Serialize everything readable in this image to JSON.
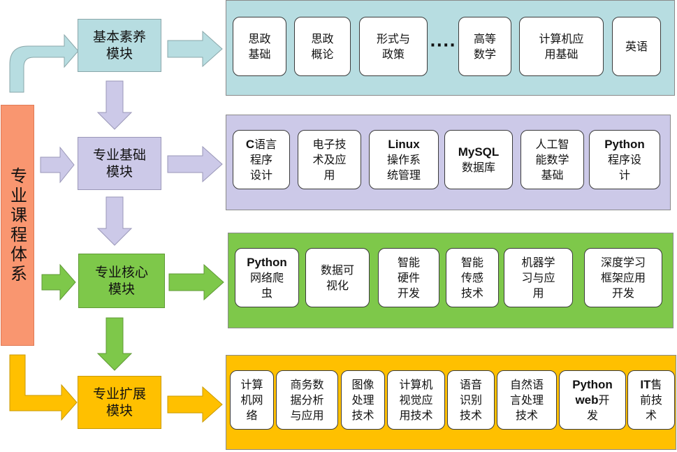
{
  "root": {
    "label": "专业课程体系"
  },
  "colors": {
    "root_fill": "#f99670",
    "basic": "#b7dde1",
    "foundation": "#ccc9e8",
    "core": "#7ec84a",
    "extension": "#ffc000"
  },
  "modules": [
    {
      "id": "basic",
      "label": "基本素养\n模块",
      "cards": [
        {
          "lines": [
            "思政",
            "基础"
          ]
        },
        {
          "lines": [
            "思政",
            "概论"
          ]
        },
        {
          "lines": [
            "形式与",
            "政策"
          ]
        },
        {
          "ellipsis": "····"
        },
        {
          "lines": [
            "高等",
            "数学"
          ]
        },
        {
          "lines": [
            "计算机应",
            "用基础"
          ]
        },
        {
          "lines": [
            "英语"
          ]
        }
      ]
    },
    {
      "id": "foundation",
      "label": "专业基础\n模块",
      "cards": [
        {
          "lines": [
            "C语言",
            "程序",
            "设计"
          ],
          "bold_prefix": "C"
        },
        {
          "lines": [
            "电子技",
            "术及应",
            "用"
          ]
        },
        {
          "lines": [
            "Linux",
            "操作系",
            "统管理"
          ],
          "bold_first_line": true
        },
        {
          "lines": [
            "MySQL",
            "数据库"
          ],
          "bold_first_line": true
        },
        {
          "lines": [
            "人工智",
            "能数学",
            "基础"
          ]
        },
        {
          "lines": [
            "Python",
            "程序设",
            "计"
          ],
          "bold_first_line": true
        }
      ]
    },
    {
      "id": "core",
      "label": "专业核心\n模块",
      "cards": [
        {
          "lines": [
            "Python",
            "网络爬",
            "虫"
          ],
          "bold_first_line": true
        },
        {
          "lines": [
            "数据可",
            "视化"
          ]
        },
        {
          "lines": [
            "智能",
            "硬件",
            "开发"
          ]
        },
        {
          "lines": [
            "智能",
            "传感",
            "技术"
          ]
        },
        {
          "lines": [
            "机器学",
            "习与应",
            "用"
          ]
        },
        {
          "lines": [
            "深度学习",
            "框架应用",
            "开发"
          ]
        }
      ]
    },
    {
      "id": "extension",
      "label": "专业扩展\n模块",
      "cards": [
        {
          "lines": [
            "计算",
            "机网",
            "络"
          ]
        },
        {
          "lines": [
            "商务数",
            "据分析",
            "与应用"
          ]
        },
        {
          "lines": [
            "图像",
            "处理",
            "技术"
          ]
        },
        {
          "lines": [
            "计算机",
            "视觉应",
            "用技术"
          ]
        },
        {
          "lines": [
            "语音",
            "识别",
            "技术"
          ]
        },
        {
          "lines": [
            "自然语",
            "言处理",
            "技术"
          ]
        },
        {
          "lines": [
            "Python",
            "web开",
            "发"
          ],
          "bold_first_line": true,
          "bold_prefix_line2": "web"
        },
        {
          "lines": [
            "IT售",
            "前技",
            "术"
          ],
          "bold_prefix": "IT"
        }
      ]
    }
  ]
}
